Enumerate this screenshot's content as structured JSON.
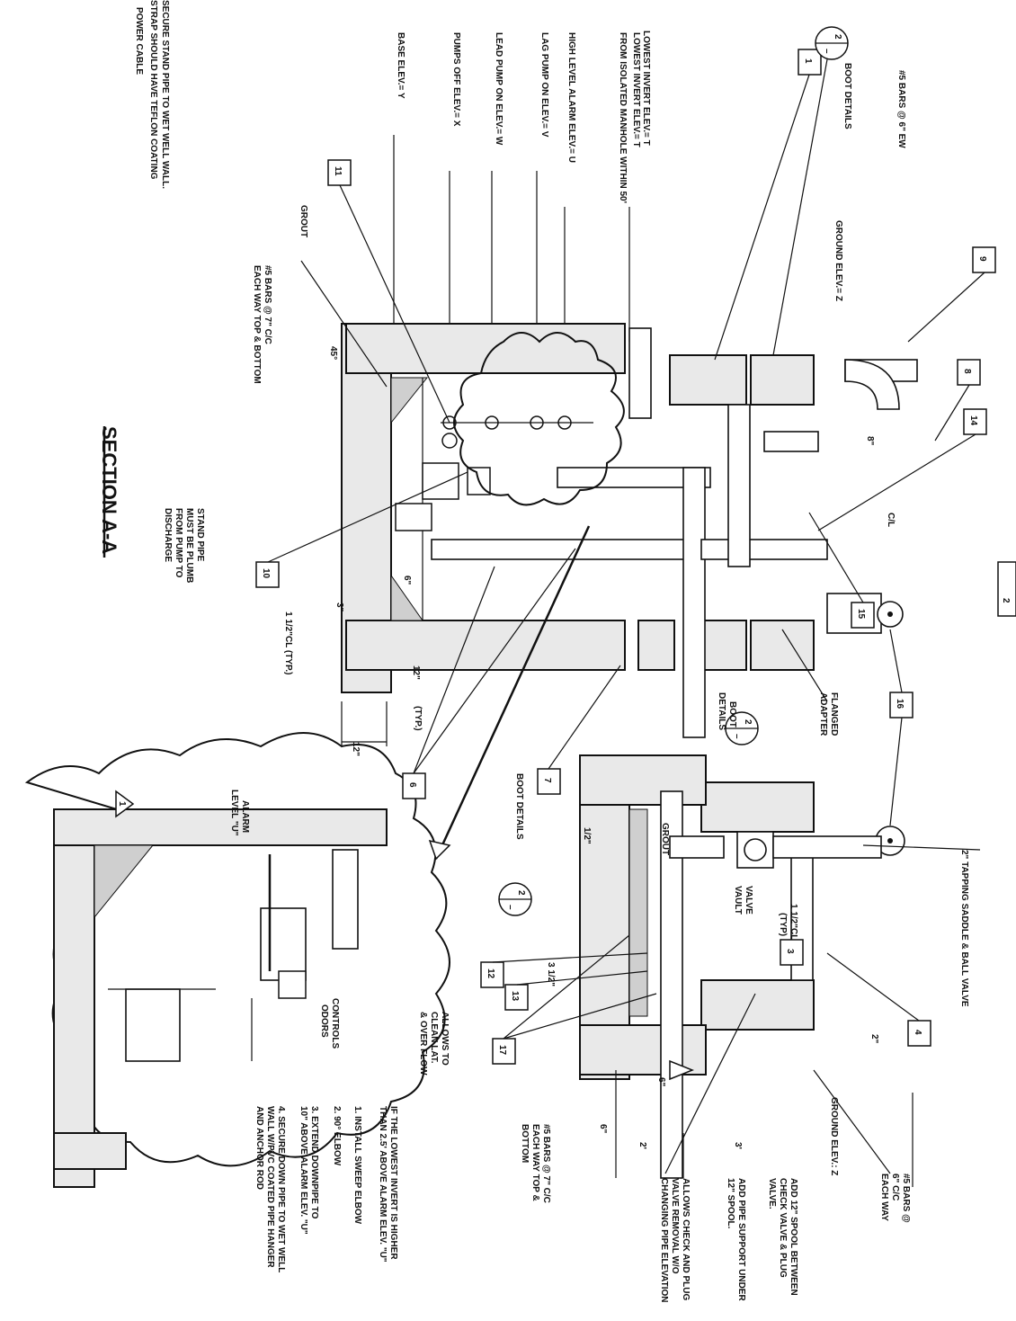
{
  "title": "SECTION A-A",
  "left_labels": [
    "POWER    CABLE",
    "SECURE STAND PIPE TO WET WELL WALL.",
    "STRAP SHOULD HAVE TEFLON COATING",
    "LOWEST INVERT      ELEV.= T",
    "FROM ISOLATED MANHOLE WITHIN 50'",
    "HIGH LEVEL ALARM      ELEV.= U",
    "LAG PUMP ON     ELEV.= V",
    "LEAD PUMP ON       ELEV.= W",
    "PUMPS OFF     ELEV.= X",
    "BASE     ELEV.= Y"
  ],
  "callouts": [
    "1",
    "9",
    "8",
    "14",
    "11",
    "10",
    "15",
    "16",
    "6",
    "7",
    "3",
    "4",
    "12",
    "13",
    "17",
    "2"
  ],
  "detail_ref": {
    "number": "2",
    "sheet": "–"
  },
  "labels": {
    "boot_details": "BOOT DETAILS",
    "bars_6_ew": "#5 BARS @ 6\" EW",
    "ground_elev_z": "GROUND ELEV.= Z",
    "ground_elev_z2": "GROUND ELEV.: Z",
    "grout": "GROUT",
    "bars_7_cc_a": "#5 BARS @ 7\" C/C",
    "bars_7_cc_b": "EACH WAY TOP & BOTTOM",
    "angle_45": "45°",
    "stand_pipe_1": "STAND PIPE",
    "stand_pipe_2": "MUST BE PLUMB",
    "stand_pipe_3": "FROM PUMP TO",
    "stand_pipe_4": "DISCHARGE",
    "cl_typ": "1 1/2\"CL (TYP.)",
    "three_in": "3\"",
    "six_in": "6\"",
    "twelve_typ": "12\"",
    "typ": "(TYP.)",
    "twelve": "12\"",
    "eight_in": "8\"",
    "cl": "C/L",
    "flanged_1": "FLANGED",
    "flanged_2": "ADAPTER",
    "boot_1": "BOOT",
    "boot_2": "DETAILS",
    "tapping": "2\" TAPPING SADDLE & BALL VALVE",
    "valve_1": "VALVE",
    "valve_2": "VAULT",
    "vault_cl_1": "1 1/2\"CL",
    "vault_cl_2": "(TYP)",
    "half_in": "1/2\"",
    "three_half": "3 1/2\"",
    "two_in": "2\"",
    "bars_6cc_1": "#5 BARS @",
    "bars_6cc_2": "6\" C/C",
    "bars_6cc_3": "EACH WAY",
    "spool_1": "ADD 12\" SPOOL BETWEEN",
    "spool_2": "CHECK VALVE & PLUG",
    "spool_3": "VALVE.",
    "support_1": "ADD PIPE SUPPORT UNDER",
    "support_2": "12\" SPOOL.",
    "allows_1": "ALLOWS CHECK AND PLUG",
    "allows_2": "VALVE REMOVAL W/O",
    "allows_3": "CHANGING PIPE ELEVATION",
    "three_ft": "3'",
    "two_ft": "2'",
    "six_b": "6\"",
    "six_c": "6\"",
    "bars_7b_1": "#5 BARS @ 7\" C/C",
    "bars_7b_2": "EACH WAY TOP &",
    "bars_7b_3": "BOTTOM",
    "alarm_1": "ALARM",
    "alarm_2": "LEVEL \"U\"",
    "controls_1": "CONTROLS",
    "controls_2": "ODORS",
    "allows_clean_1": "ALLOWS TO",
    "allows_clean_2": "CLEAN LAT.",
    "allows_clean_3": "& OVER FLOW",
    "delta": "1"
  },
  "notes": {
    "heading_1": "IF THE LOWEST INVERT IS HIGHER",
    "heading_2": "THAN 2.5' ABOVE ALARM ELEV. \"U\"",
    "items": [
      "1. INSTALL SWEEP ELBOW",
      "2. 90° ELBOW",
      "3. EXTEND DOWNPIPE TO",
      "    10\" ABOVE ALARM ELEV. \"U\"",
      "4. SECURE DOWN PIPE TO WET WELL",
      "    WALL W/PVC COATED PIPE HANGER",
      "    AND ANCHOR ROD"
    ]
  }
}
